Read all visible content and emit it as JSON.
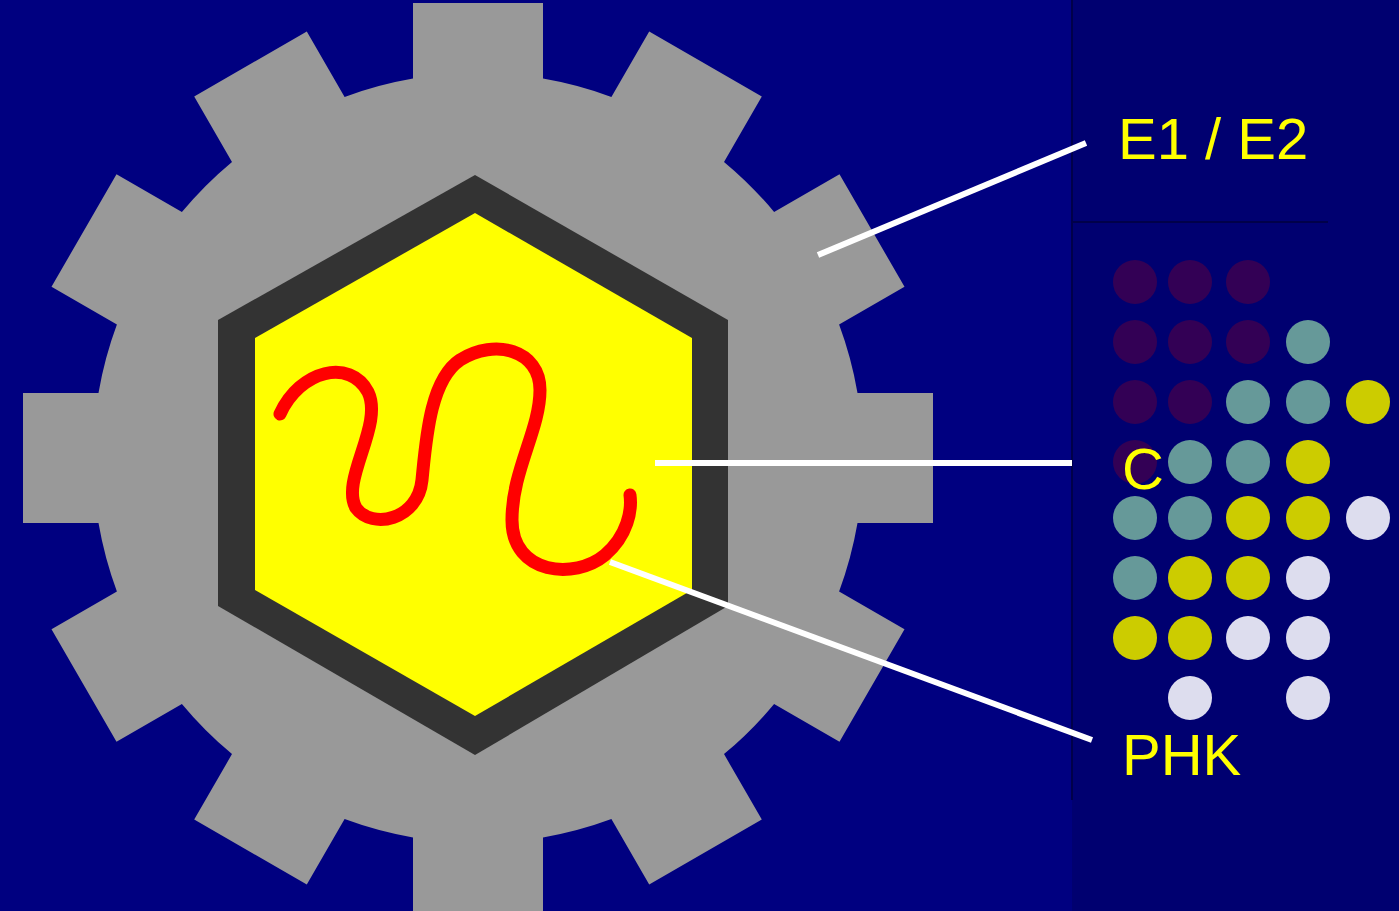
{
  "diagram": {
    "labels": [
      "E1 / E2",
      "C",
      "PHK"
    ]
  }
}
